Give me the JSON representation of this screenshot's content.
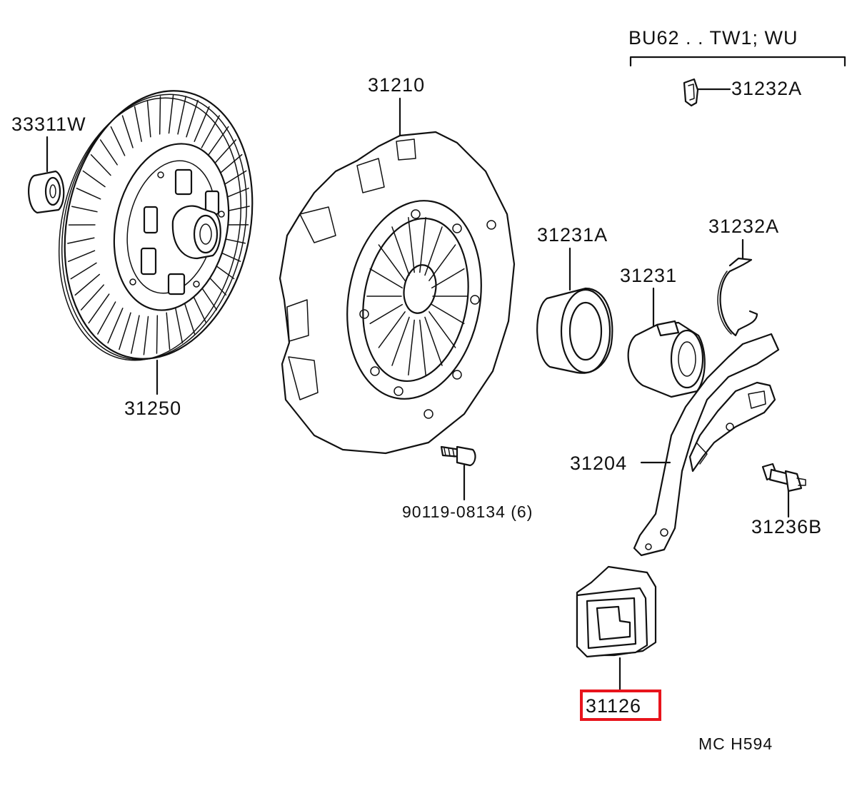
{
  "header": {
    "applicability": "BU62 . . TW1; WU"
  },
  "labels": {
    "bearing_33311W": "33311W",
    "disc_31250": "31250",
    "cover_31210": "31210",
    "bolt_90119": "90119-08134 (6)",
    "bearing_31231A": "31231A",
    "hub_31231": "31231",
    "clip_31232A_top": "31232A",
    "clip_31232A_side": "31232A",
    "fork_31204": "31204",
    "stud_31236B": "31236B",
    "boot_31126": "31126"
  },
  "highlighted_part": "31126",
  "footer": {
    "figure_code": "MC H594"
  },
  "colors": {
    "line": "#111111",
    "highlight": "#e8141c",
    "background": "#ffffff"
  }
}
